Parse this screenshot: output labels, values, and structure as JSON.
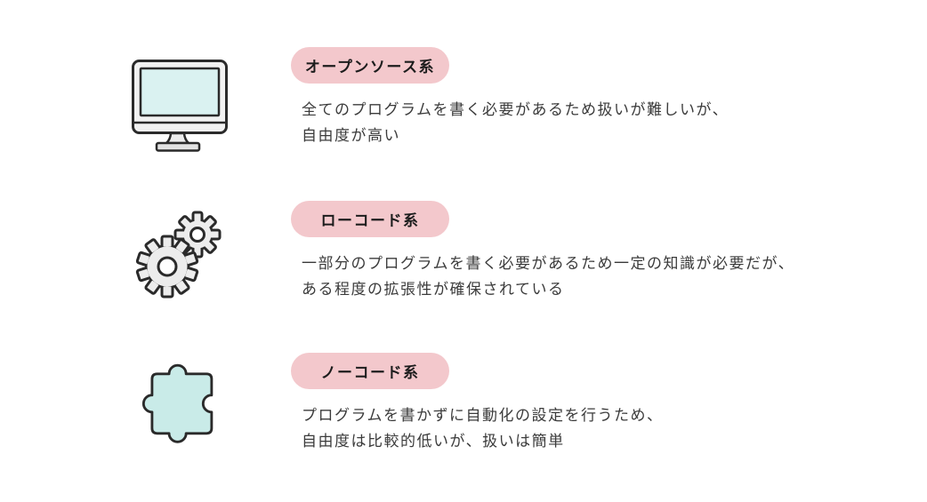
{
  "colors": {
    "background": "#ffffff",
    "badge_background": "#f3c8cc",
    "badge_text": "#1c1c1c",
    "description_text": "#3b3b3b",
    "icon_outline": "#2a2a2a",
    "icon_gray_fill": "#ececec",
    "icon_teal_fill": "#c9ebe8",
    "monitor_screen_fill": "#daf2f1"
  },
  "sections": [
    {
      "icon": "desktop-monitor-icon",
      "label": "オープンソース系",
      "description_line1": "全てのプログラムを書く必要があるため扱いが難しいが、",
      "description_line2": "自由度が高い"
    },
    {
      "icon": "gears-icon",
      "label": "ローコード系",
      "description_line1": "一部分のプログラムを書く必要があるため一定の知識が必要だが、",
      "description_line2": "ある程度の拡張性が確保されている"
    },
    {
      "icon": "puzzle-piece-icon",
      "label": "ノーコード系",
      "description_line1": "プログラムを書かずに自動化の設定を行うため、",
      "description_line2": "自由度は比較的低いが、扱いは簡単"
    }
  ]
}
